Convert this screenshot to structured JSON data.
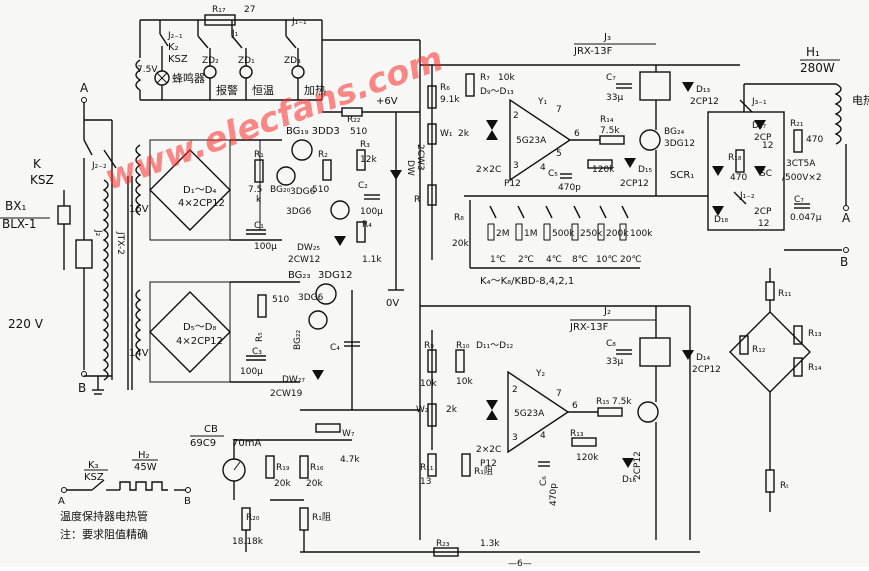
{
  "watermark": "www.elecfans.com",
  "power": {
    "node_a": "A",
    "node_b": "B",
    "switch_name": "K",
    "switch_type": "KSZ",
    "fuse": "BX₁",
    "fuse_type": "BLX-1",
    "mains": "220 V",
    "transformer_label": "J₂",
    "transformer_sub": "JTX-2",
    "relay_contact": "J₂₋₂",
    "sec1_voltage": "16V",
    "sec2_voltage": "14V",
    "lamp_voltage": "7.5V"
  },
  "indicators": {
    "k2_name": "K₂",
    "k2_type": "KSZ",
    "r17": "R₁₇",
    "r17_value": "27",
    "j1": "J₁",
    "j2_1": "J₂₋₁",
    "j1_1": "J₁₋₁",
    "buzzer": "蜂鸣器",
    "zd1": "ZD₁",
    "zd2": "ZD₂",
    "zd3": "ZD₃",
    "alarm": "报警",
    "constant_temp": "恒温",
    "heating": "加热"
  },
  "supply1": {
    "bridge": "D₁～D₄",
    "bridge_type": "4×2CP12",
    "r1": "R₁",
    "r1_value": "7.5",
    "r1_unit": "k",
    "c1": "C₁",
    "c1_value": "100μ",
    "bg19": "BG₁₉ 3DD3",
    "bg20": "BG₂₀",
    "bg20_type": "3DG6",
    "bg21": "3DG6",
    "r2": "R₂",
    "r2_value": "510",
    "r3": "R₃",
    "r3_value": "12k",
    "r4": "R₄",
    "r4_value": "1.1k",
    "c2": "C₂",
    "c2_value": "100μ",
    "dw25": "DW₂₅",
    "dw25_type": "2CW12",
    "dw": "DW",
    "dw_type": "2CW3",
    "r22": "R₂₂",
    "r22_value": "510",
    "v6": "+6V",
    "v0": "0V"
  },
  "supply2": {
    "bridge": "D₅～D₈",
    "bridge_type": "4×2CP12",
    "r5": "R₅",
    "r5_value": "510",
    "c3": "C₃",
    "c3_value": "100μ",
    "bg22": "BG₂₂",
    "bg22_type": "3DG6",
    "bg23": "BG₂₃",
    "bg23_type": "3DG12",
    "dw27": "DW₂₇",
    "dw27_type": "2CW19",
    "c4": "C₄"
  },
  "upper_amp": {
    "j3": "J₃",
    "j3_type": "JRX-13F",
    "r6": "R₆",
    "r6_value": "9.1k",
    "r7": "R₇",
    "r7_value": "10k",
    "d9": "D₉～D₁₃",
    "w1": "W₁",
    "w1_value": "2k",
    "r8": "R₈",
    "r8_value": "20k",
    "r": "R",
    "ic": "5G23A",
    "ic_name": "Y₁",
    "diodes": "2×2C",
    "diodes2": "P12",
    "c7": "C₇",
    "c7_value": "33μ",
    "c5": "C₅",
    "c5_value": "470p",
    "r14": "R₁₄",
    "r14_value": "7.5k",
    "r_fb": "120k",
    "bg24": "BG₂₄",
    "bg24_type": "3DG12",
    "d13": "D₁₃",
    "d13_type": "2CP12",
    "d15": "D₁₅",
    "d15_type": "2CP12",
    "pin2": "2",
    "pin3": "3",
    "pin4": "4",
    "pin5": "5",
    "pin6": "6",
    "pin7": "7"
  },
  "switches": {
    "label": "K₄～K₈/KBD-8,4,2,1",
    "res": [
      "2M",
      "1M",
      "500k",
      "250k",
      "200k",
      "100k"
    ],
    "temps": [
      "1℃",
      "2℃",
      "4℃",
      "8℃",
      "10℃",
      "20℃"
    ]
  },
  "heater": {
    "h1": "H₁",
    "h1_power": "280W",
    "h1_name": "电热丝",
    "j3_1": "J₃₋₁",
    "d17": "D₁₇",
    "d17_type": "2CP",
    "d17_sub": "12",
    "scr": "SCR₁",
    "sc": "SC",
    "r18": "R₁₈",
    "r18_value": "470",
    "r21": "R₂₁",
    "r21_value": "470",
    "r21_part": "3CT5A",
    "r21_rating": "/500V×2",
    "j1_2": "J₁₋₂",
    "d18": "D₁₈",
    "d18_type": "2CP",
    "d18_sub": "12",
    "c7b": "C₇",
    "c7b_value": "0.047μ",
    "node_a": "A",
    "node_b": "B"
  },
  "lower_amp": {
    "j2": "J₂",
    "j2_type": "JRX-13F",
    "r9": "R₉",
    "r9_value": "10k",
    "r10": "R₁₀",
    "r10_value": "10k",
    "d11": "D₁₁～D₁₂",
    "w2": "W₂",
    "w2_value": "2k",
    "r11": "R₁₁",
    "r11_value": "13",
    "r_bar": "R₁阻",
    "ic": "5G23A",
    "ic_name": "Y₂",
    "diodes": "2×2C",
    "diodes2": "P12",
    "c8": "C₈",
    "c8_value": "33μ",
    "c6": "C₆",
    "c6_value": "470p",
    "r15": "R₁₅",
    "r15_value": "7.5k",
    "r13": "R₁₃",
    "r13_value": "120k",
    "d14": "D₁₄",
    "d14_type": "2CP12",
    "d16": "D₁₆",
    "d16_type": "2CP12",
    "pin2": "2",
    "pin3": "3",
    "pin4": "4",
    "pin6": "6",
    "pin7": "7"
  },
  "meter": {
    "name": "CB",
    "type": "69C9",
    "range": "70mA",
    "w7": "W₇",
    "w7_value": "4.7k",
    "r19": "R₁₉",
    "r19_value": "20k",
    "r16": "R₁₆",
    "r16_value": "20k",
    "r20": "R₂₀",
    "r20_value": "18.18k",
    "rt_label": "R₁阻",
    "r23": "R₂₃",
    "r23_value": "1.3k",
    "page": "—6—"
  },
  "bridge_net": {
    "r_top": "R₁₁",
    "r_left": "R₁₂",
    "r_right": "R₁₃",
    "r_adj": "R₁₄",
    "rt": "Rₜ"
  },
  "keeper": {
    "k3": "K₃",
    "k3_type": "KSZ",
    "h2": "H₂",
    "h2_power": "45W",
    "a": "A",
    "b": "B",
    "caption": "温度保持器电热管",
    "note": "注：要求阻值精确"
  }
}
